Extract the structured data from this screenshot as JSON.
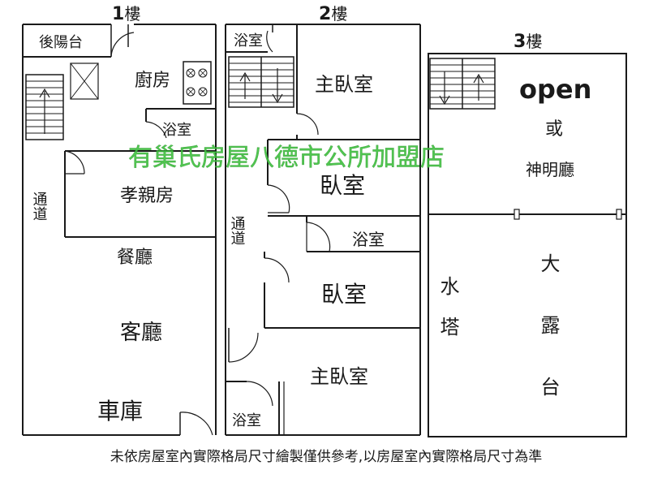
{
  "floors": [
    {
      "number": "1",
      "suffix": "樓"
    },
    {
      "number": "2",
      "suffix": "樓"
    },
    {
      "number": "3",
      "suffix": "樓"
    }
  ],
  "rooms": {
    "back_balcony": "後陽台",
    "kitchen": "廚房",
    "f1_bath": "浴室",
    "f1_corridor": "通道",
    "elder_room": "孝親房",
    "dining": "餐廳",
    "living": "客廳",
    "garage": "車庫",
    "f2_bath_top": "浴室",
    "master_top": "主臥室",
    "bedroom_a": "臥室",
    "f2_corridor": "通道",
    "f2_bath_mid": "浴室",
    "bedroom_b": "臥室",
    "master_bottom": "主臥室",
    "f2_bath_bottom": "浴室",
    "open_label": "open",
    "or_label": "或",
    "shrine": "神明廳",
    "water_tower": "水塔",
    "terrace": "大露台"
  },
  "watermark": "有巢氏房屋八德市公所加盟店",
  "disclaimer": "未依房屋室內實際格局尺寸繪製僅供參考,以房屋室內實際格局尺寸為準",
  "colors": {
    "wall": "#1a1a1a",
    "watermark": "#3fc23f"
  }
}
